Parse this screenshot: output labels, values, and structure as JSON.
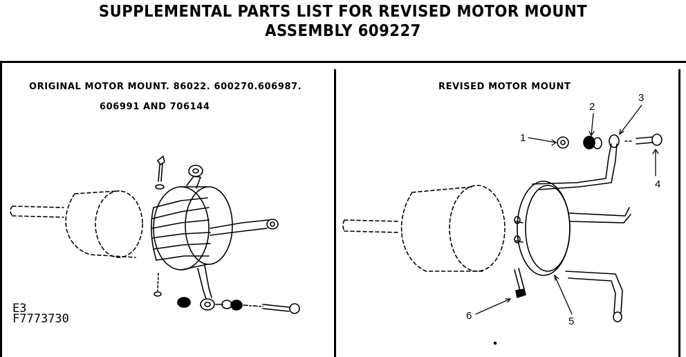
{
  "header": {
    "title_line1": "SUPPLEMENTAL PARTS LIST FOR REVISED MOTOR MOUNT",
    "title_line2": "ASSEMBLY 609227"
  },
  "left_panel": {
    "label_line1": "ORIGINAL MOTOR MOUNT. 86022. 600270.606987.",
    "label_line2": "606991 AND  706144",
    "code_line1": "E3",
    "code_line2": "F7773730"
  },
  "right_panel": {
    "label": "REVISED MOTOR MOUNT",
    "callouts": [
      "1",
      "2",
      "3",
      "4",
      "5",
      "6"
    ]
  }
}
